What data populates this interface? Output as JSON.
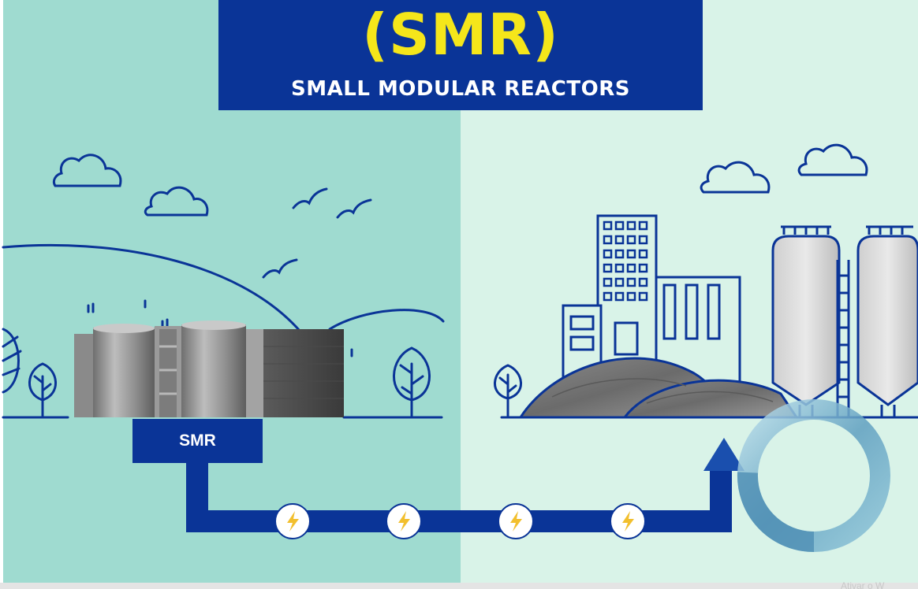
{
  "banner": {
    "title": "(SMR)",
    "subtitle": "SMALL MODULAR REACTORS"
  },
  "reactor": {
    "label": "SMR"
  },
  "power_line": {
    "bolt_icons": [
      "lightning-icon",
      "lightning-icon",
      "lightning-icon",
      "lightning-icon"
    ]
  },
  "watermark": {
    "text": "Ativar o W"
  },
  "colors": {
    "left_panel": "#9fdbd0",
    "right_panel": "#d9f3e8",
    "brand_blue": "#0a3497",
    "title_yellow": "#f5e61a",
    "bolt_yellow": "#f2bf2e"
  }
}
